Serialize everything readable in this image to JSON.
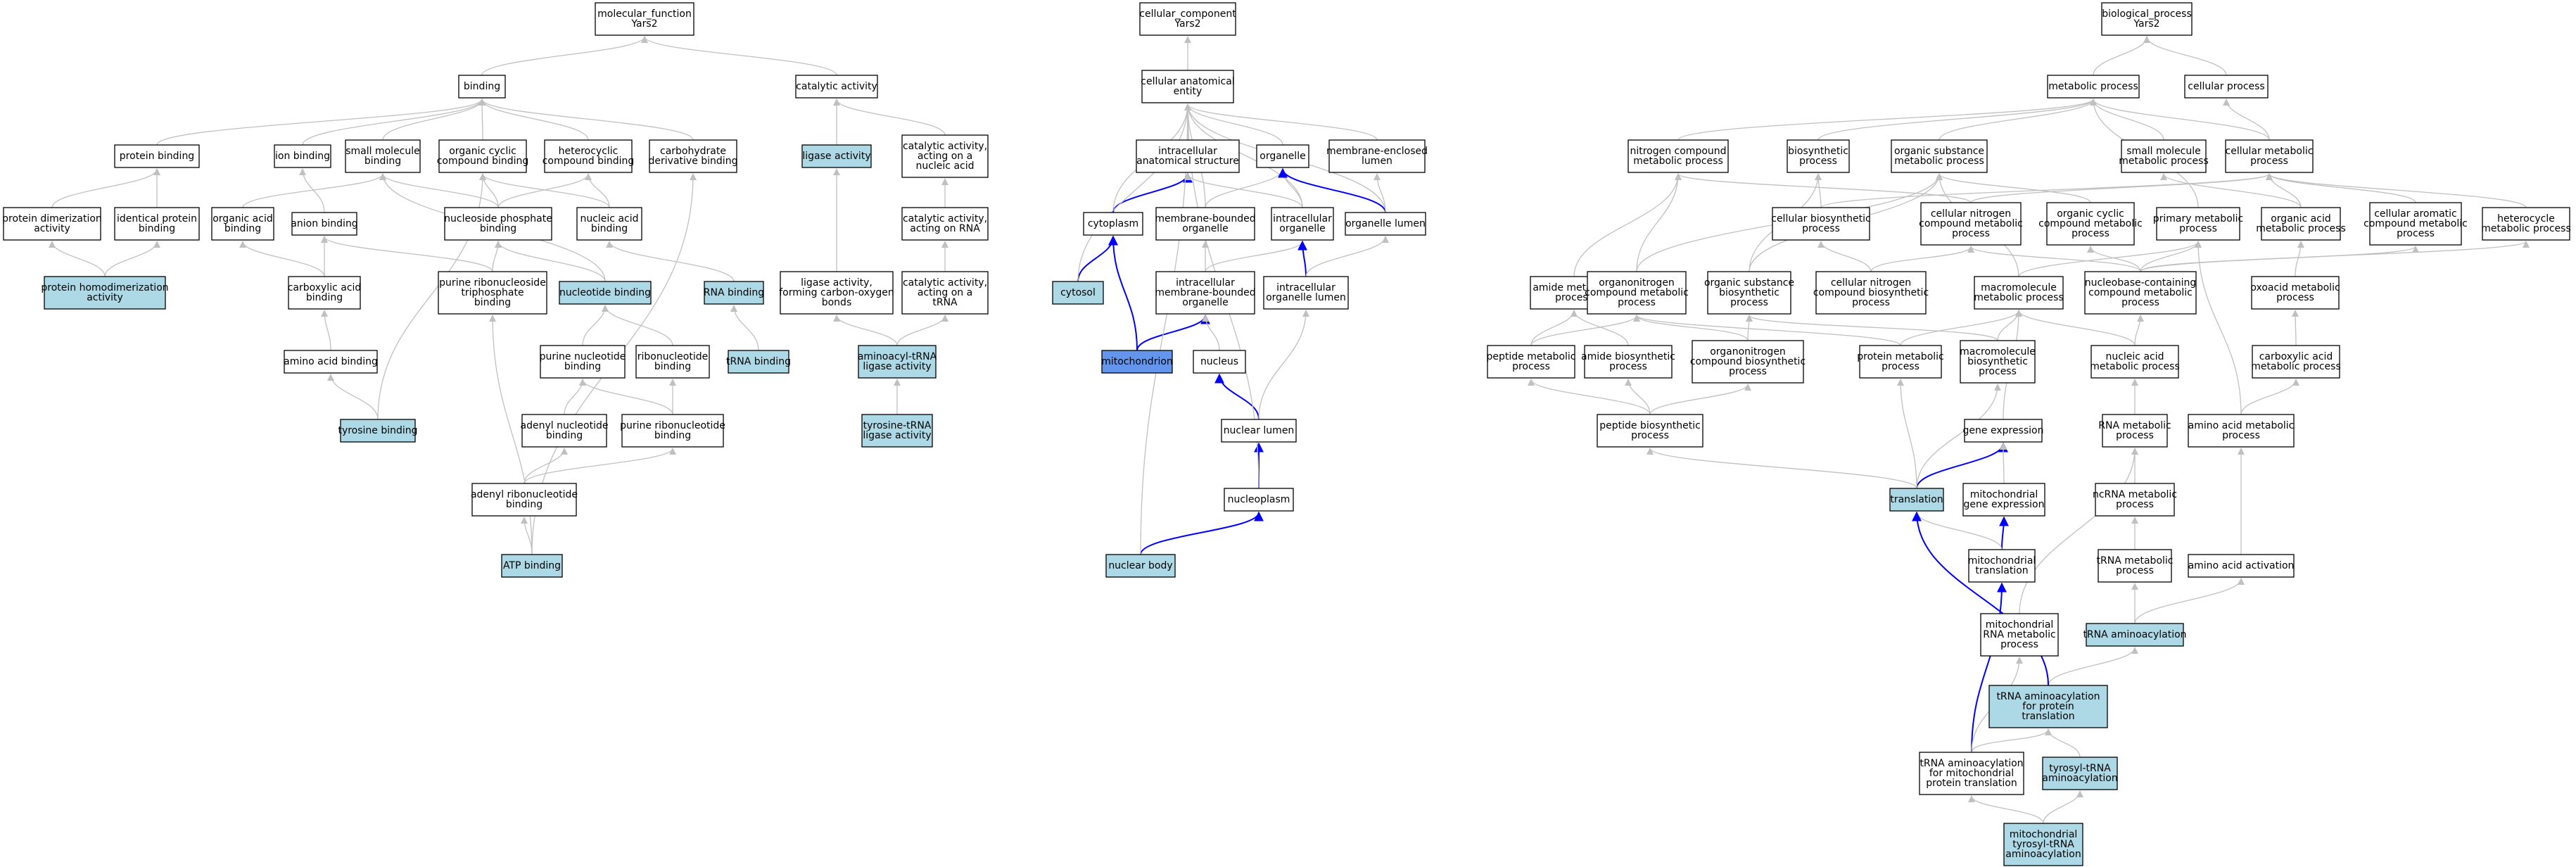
{
  "colors": {
    "default_fill": "#ffffff",
    "highlight_fill": "#add8e6",
    "selected_fill": "#6495ed",
    "edge_gray": "#c0c0c0",
    "edge_blue": "#0000ff",
    "border": "#000000"
  },
  "panels": {
    "molecular_function": {
      "nodes": [
        {
          "id": "mf_root",
          "lines": [
            "molecular_function",
            "Yars2"
          ],
          "fill": "white"
        },
        {
          "id": "binding",
          "lines": [
            "binding"
          ],
          "fill": "white"
        },
        {
          "id": "catalytic",
          "lines": [
            "catalytic activity"
          ],
          "fill": "white"
        },
        {
          "id": "protein_binding",
          "lines": [
            "protein binding"
          ],
          "fill": "white"
        },
        {
          "id": "ion_binding",
          "lines": [
            "ion binding"
          ],
          "fill": "white"
        },
        {
          "id": "small_mol_binding",
          "lines": [
            "small molecule",
            "binding"
          ],
          "fill": "white"
        },
        {
          "id": "org_cyclic_binding",
          "lines": [
            "organic cyclic",
            "compound binding"
          ],
          "fill": "white"
        },
        {
          "id": "heterocyclic_binding",
          "lines": [
            "heterocyclic",
            "compound binding"
          ],
          "fill": "white"
        },
        {
          "id": "carb_deriv_binding",
          "lines": [
            "carbohydrate",
            "derivative binding"
          ],
          "fill": "white"
        },
        {
          "id": "ligase",
          "lines": [
            "ligase activity"
          ],
          "fill": "highlight"
        },
        {
          "id": "cat_rna",
          "lines": [
            "catalytic activity,",
            "acting on a",
            "nucleic acid"
          ],
          "fill": "white"
        },
        {
          "id": "prot_dimer",
          "lines": [
            "protein dimerization",
            "activity"
          ],
          "fill": "white"
        },
        {
          "id": "ident_prot",
          "lines": [
            "identical protein",
            "binding"
          ],
          "fill": "white"
        },
        {
          "id": "organic_acid_binding",
          "lines": [
            "organic acid",
            "binding"
          ],
          "fill": "white"
        },
        {
          "id": "anion_binding",
          "lines": [
            "anion binding"
          ],
          "fill": "white"
        },
        {
          "id": "nucleoside_phos_binding",
          "lines": [
            "nucleoside phosphate",
            "binding"
          ],
          "fill": "white"
        },
        {
          "id": "nucleic_acid_binding",
          "lines": [
            "nucleic acid",
            "binding"
          ],
          "fill": "white"
        },
        {
          "id": "cat_on_rna",
          "lines": [
            "catalytic activity,",
            "acting on RNA"
          ],
          "fill": "white"
        },
        {
          "id": "prot_homodimer",
          "lines": [
            "protein homodimerization",
            "activity"
          ],
          "fill": "highlight"
        },
        {
          "id": "carboxylic_binding",
          "lines": [
            "carboxylic acid",
            "binding"
          ],
          "fill": "white"
        },
        {
          "id": "purine_ribonuc_tri",
          "lines": [
            "purine ribonucleoside",
            "triphosphate",
            "binding"
          ],
          "fill": "white"
        },
        {
          "id": "nucleotide_binding",
          "lines": [
            "nucleotide binding"
          ],
          "fill": "highlight"
        },
        {
          "id": "rna_binding",
          "lines": [
            "RNA binding"
          ],
          "fill": "highlight"
        },
        {
          "id": "ligase_co",
          "lines": [
            "ligase activity,",
            "forming carbon-oxygen",
            "bonds"
          ],
          "fill": "white"
        },
        {
          "id": "cat_trna",
          "lines": [
            "catalytic activity,",
            "acting on a",
            "tRNA"
          ],
          "fill": "white"
        },
        {
          "id": "amino_acid_binding",
          "lines": [
            "amino acid binding"
          ],
          "fill": "white"
        },
        {
          "id": "purine_nuc_binding",
          "lines": [
            "purine nucleotide",
            "binding"
          ],
          "fill": "white"
        },
        {
          "id": "ribonuc_binding",
          "lines": [
            "ribonucleotide",
            "binding"
          ],
          "fill": "white"
        },
        {
          "id": "trna_binding",
          "lines": [
            "tRNA binding"
          ],
          "fill": "highlight"
        },
        {
          "id": "aminoacyl_trna_ligase",
          "lines": [
            "aminoacyl-tRNA",
            "ligase activity"
          ],
          "fill": "highlight"
        },
        {
          "id": "tyrosine_binding",
          "lines": [
            "tyrosine binding"
          ],
          "fill": "highlight"
        },
        {
          "id": "adenyl_nuc_binding",
          "lines": [
            "adenyl nucleotide",
            "binding"
          ],
          "fill": "white"
        },
        {
          "id": "purine_ribonuc_binding",
          "lines": [
            "purine ribonucleotide",
            "binding"
          ],
          "fill": "white"
        },
        {
          "id": "tyr_trna_ligase",
          "lines": [
            "tyrosine-tRNA",
            "ligase activity"
          ],
          "fill": "highlight"
        },
        {
          "id": "adenyl_ribonuc_binding",
          "lines": [
            "adenyl ribonucleotide",
            "binding"
          ],
          "fill": "white"
        },
        {
          "id": "atp_binding",
          "lines": [
            "ATP binding"
          ],
          "fill": "highlight"
        }
      ]
    },
    "cellular_component": {
      "nodes": [
        {
          "id": "cc_root",
          "lines": [
            "cellular_component",
            "Yars2"
          ],
          "fill": "white"
        },
        {
          "id": "cell_anat",
          "lines": [
            "cellular anatomical",
            "entity"
          ],
          "fill": "white"
        },
        {
          "id": "intracell_anat",
          "lines": [
            "intracellular",
            "anatomical structure"
          ],
          "fill": "white"
        },
        {
          "id": "organelle",
          "lines": [
            "organelle"
          ],
          "fill": "white"
        },
        {
          "id": "membrane_lumen",
          "lines": [
            "membrane-enclosed",
            "lumen"
          ],
          "fill": "white"
        },
        {
          "id": "cytoplasm",
          "lines": [
            "cytoplasm"
          ],
          "fill": "white"
        },
        {
          "id": "membrane_organelle",
          "lines": [
            "membrane-bounded",
            "organelle"
          ],
          "fill": "white"
        },
        {
          "id": "intracell_organelle",
          "lines": [
            "intracellular",
            "organelle"
          ],
          "fill": "white"
        },
        {
          "id": "organelle_lumen",
          "lines": [
            "organelle lumen"
          ],
          "fill": "white"
        },
        {
          "id": "cytosol",
          "lines": [
            "cytosol"
          ],
          "fill": "highlight"
        },
        {
          "id": "intracell_membrane_organelle",
          "lines": [
            "intracellular",
            "membrane-bounded",
            "organelle"
          ],
          "fill": "white"
        },
        {
          "id": "intracell_organelle_lumen",
          "lines": [
            "intracellular",
            "organelle lumen"
          ],
          "fill": "white"
        },
        {
          "id": "mitochondrion",
          "lines": [
            "mitochondrion"
          ],
          "fill": "selected"
        },
        {
          "id": "nucleus",
          "lines": [
            "nucleus"
          ],
          "fill": "white"
        },
        {
          "id": "nuclear_lumen",
          "lines": [
            "nuclear lumen"
          ],
          "fill": "white"
        },
        {
          "id": "nucleoplasm",
          "lines": [
            "nucleoplasm"
          ],
          "fill": "white"
        },
        {
          "id": "nuclear_body",
          "lines": [
            "nuclear body"
          ],
          "fill": "highlight"
        }
      ]
    },
    "biological_process": {
      "nodes": [
        {
          "id": "bp_root",
          "lines": [
            "biological_process",
            "Yars2"
          ],
          "fill": "white"
        },
        {
          "id": "metabolic",
          "lines": [
            "metabolic process"
          ],
          "fill": "white"
        },
        {
          "id": "cellular_process",
          "lines": [
            "cellular process"
          ],
          "fill": "white"
        },
        {
          "id": "nitrogen_met",
          "lines": [
            "nitrogen compound",
            "metabolic process"
          ],
          "fill": "white"
        },
        {
          "id": "biosynthetic",
          "lines": [
            "biosynthetic",
            "process"
          ],
          "fill": "white"
        },
        {
          "id": "org_subst_met",
          "lines": [
            "organic substance",
            "metabolic process"
          ],
          "fill": "white"
        },
        {
          "id": "small_mol_met",
          "lines": [
            "small molecule",
            "metabolic process"
          ],
          "fill": "white"
        },
        {
          "id": "cell_met",
          "lines": [
            "cellular metabolic",
            "process"
          ],
          "fill": "white"
        },
        {
          "id": "cell_biosyn",
          "lines": [
            "cellular biosynthetic",
            "process"
          ],
          "fill": "white"
        },
        {
          "id": "cell_nitrogen_met",
          "lines": [
            "cellular nitrogen",
            "compound metabolic",
            "process"
          ],
          "fill": "white"
        },
        {
          "id": "org_cyclic_met",
          "lines": [
            "organic cyclic",
            "compound metabolic",
            "process"
          ],
          "fill": "white"
        },
        {
          "id": "primary_met",
          "lines": [
            "primary metabolic",
            "process"
          ],
          "fill": "white"
        },
        {
          "id": "organic_acid_met",
          "lines": [
            "organic acid",
            "metabolic process"
          ],
          "fill": "white"
        },
        {
          "id": "cell_aromatic_met",
          "lines": [
            "cellular aromatic",
            "compound metabolic",
            "process"
          ],
          "fill": "white"
        },
        {
          "id": "heterocycle_met",
          "lines": [
            "heterocycle",
            "metabolic process"
          ],
          "fill": "white"
        },
        {
          "id": "amide_met",
          "lines": [
            "amide metabolic",
            "process"
          ],
          "fill": "white"
        },
        {
          "id": "organonitrogen_met",
          "lines": [
            "organonitrogen",
            "compound metabolic",
            "process"
          ],
          "fill": "white"
        },
        {
          "id": "org_subst_biosyn",
          "lines": [
            "organic substance",
            "biosynthetic",
            "process"
          ],
          "fill": "white"
        },
        {
          "id": "cell_nitrogen_biosyn",
          "lines": [
            "cellular nitrogen",
            "compound biosynthetic",
            "process"
          ],
          "fill": "white"
        },
        {
          "id": "macromol_met",
          "lines": [
            "macromolecule",
            "metabolic process"
          ],
          "fill": "white"
        },
        {
          "id": "nucleobase_met",
          "lines": [
            "nucleobase-containing",
            "compound metabolic",
            "process"
          ],
          "fill": "white"
        },
        {
          "id": "oxoacid_met",
          "lines": [
            "oxoacid metabolic",
            "process"
          ],
          "fill": "white"
        },
        {
          "id": "peptide_met",
          "lines": [
            "peptide metabolic",
            "process"
          ],
          "fill": "white"
        },
        {
          "id": "amide_biosyn",
          "lines": [
            "amide biosynthetic",
            "process"
          ],
          "fill": "white"
        },
        {
          "id": "organonitrogen_biosyn",
          "lines": [
            "organonitrogen",
            "compound biosynthetic",
            "process"
          ],
          "fill": "white"
        },
        {
          "id": "protein_met",
          "lines": [
            "protein metabolic",
            "process"
          ],
          "fill": "white"
        },
        {
          "id": "macromol_biosyn",
          "lines": [
            "macromolecule",
            "biosynthetic",
            "process"
          ],
          "fill": "white"
        },
        {
          "id": "nucleic_acid_met",
          "lines": [
            "nucleic acid",
            "metabolic process"
          ],
          "fill": "white"
        },
        {
          "id": "carboxylic_met",
          "lines": [
            "carboxylic acid",
            "metabolic process"
          ],
          "fill": "white"
        },
        {
          "id": "peptide_biosyn",
          "lines": [
            "peptide biosynthetic",
            "process"
          ],
          "fill": "white"
        },
        {
          "id": "gene_expression",
          "lines": [
            "gene expression"
          ],
          "fill": "white"
        },
        {
          "id": "rna_met",
          "lines": [
            "RNA metabolic",
            "process"
          ],
          "fill": "white"
        },
        {
          "id": "amino_acid_met",
          "lines": [
            "amino acid metabolic",
            "process"
          ],
          "fill": "white"
        },
        {
          "id": "translation",
          "lines": [
            "translation"
          ],
          "fill": "highlight"
        },
        {
          "id": "mito_gene_expr",
          "lines": [
            "mitochondrial",
            "gene expression"
          ],
          "fill": "white"
        },
        {
          "id": "ncrna_met",
          "lines": [
            "ncRNA metabolic",
            "process"
          ],
          "fill": "white"
        },
        {
          "id": "mito_translation",
          "lines": [
            "mitochondrial",
            "translation"
          ],
          "fill": "white"
        },
        {
          "id": "trna_met",
          "lines": [
            "tRNA metabolic",
            "process"
          ],
          "fill": "white"
        },
        {
          "id": "aa_activation",
          "lines": [
            "amino acid activation"
          ],
          "fill": "white"
        },
        {
          "id": "mito_rna_met",
          "lines": [
            "mitochondrial",
            "RNA metabolic",
            "process"
          ],
          "fill": "white"
        },
        {
          "id": "trna_aminoacyl",
          "lines": [
            "tRNA aminoacylation"
          ],
          "fill": "highlight"
        },
        {
          "id": "trna_aminoacyl_prot",
          "lines": [
            "tRNA aminoacylation",
            "for protein",
            "translation"
          ],
          "fill": "highlight"
        },
        {
          "id": "trna_aminoacyl_mito",
          "lines": [
            "tRNA aminoacylation",
            "for mitochondrial",
            "protein translation"
          ],
          "fill": "white"
        },
        {
          "id": "tyrosyl_trna",
          "lines": [
            "tyrosyl-tRNA",
            "aminoacylation"
          ],
          "fill": "highlight"
        },
        {
          "id": "mito_tyrosyl",
          "lines": [
            "mitochondrial",
            "tyrosyl-tRNA",
            "aminoacylation"
          ],
          "fill": "highlight"
        }
      ]
    }
  }
}
